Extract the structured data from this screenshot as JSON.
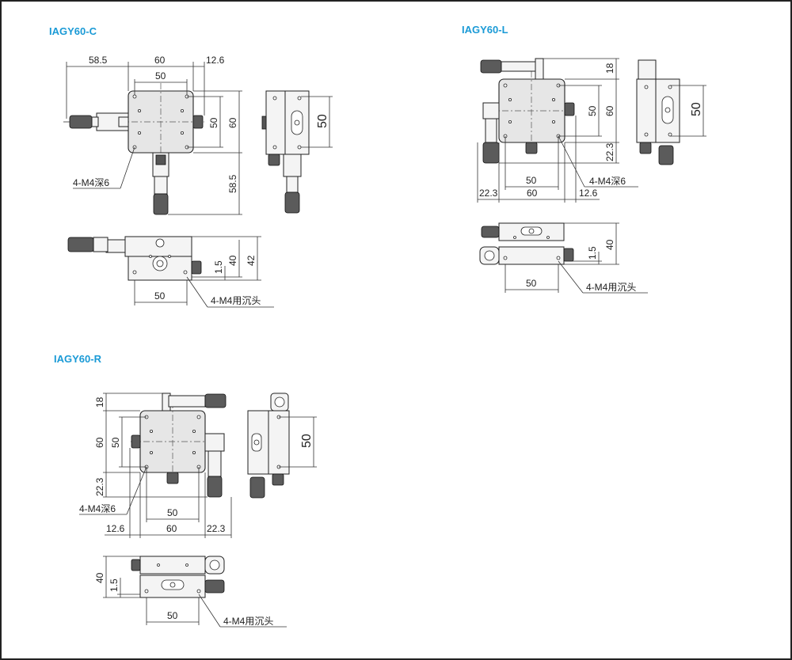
{
  "panels": {
    "c": {
      "title": "IAGY60-C",
      "dims": {
        "d58_5_top": "58.5",
        "d60_top": "60",
        "d12_6_top": "12.6",
        "d50_top": "50",
        "d50_right": "50",
        "d60_right": "60",
        "d58_5_right": "58.5",
        "d50_side": "50",
        "d40": "40",
        "d42": "42",
        "d1_5": "1.5",
        "d50_bottom": "50"
      },
      "notes": {
        "tapped": "4-M4深6",
        "counterbore": "4-M4用沉头"
      }
    },
    "l": {
      "title": "IAGY60-L",
      "dims": {
        "d18": "18",
        "d50_right": "50",
        "d60_right": "60",
        "d22_3_right": "22.3",
        "d50_side": "50",
        "d22_3_bottom": "22.3",
        "d50_bottom": "50",
        "d60_bottom": "60",
        "d12_6_bottom": "12.6",
        "d40": "40",
        "d1_5": "1.5",
        "d50_front": "50"
      },
      "notes": {
        "tapped": "4-M4深6",
        "counterbore": "4-M4用沉头"
      }
    },
    "r": {
      "title": "IAGY60-R",
      "dims": {
        "d18": "18",
        "d60_left": "60",
        "d50_left": "50",
        "d22_3_left": "22.3",
        "d50_side": "50",
        "d50_mid": "50",
        "d12_6": "12.6",
        "d60_bottom": "60",
        "d22_3_bottom": "22.3",
        "d40": "40",
        "d1_5": "1.5",
        "d50_front": "50"
      },
      "notes": {
        "tapped": "4-M4深6",
        "counterbore": "4-M4用沉头"
      }
    }
  },
  "colors": {
    "title": "#1a9ad6",
    "line": "#333333",
    "body": "#e6e6e6"
  }
}
